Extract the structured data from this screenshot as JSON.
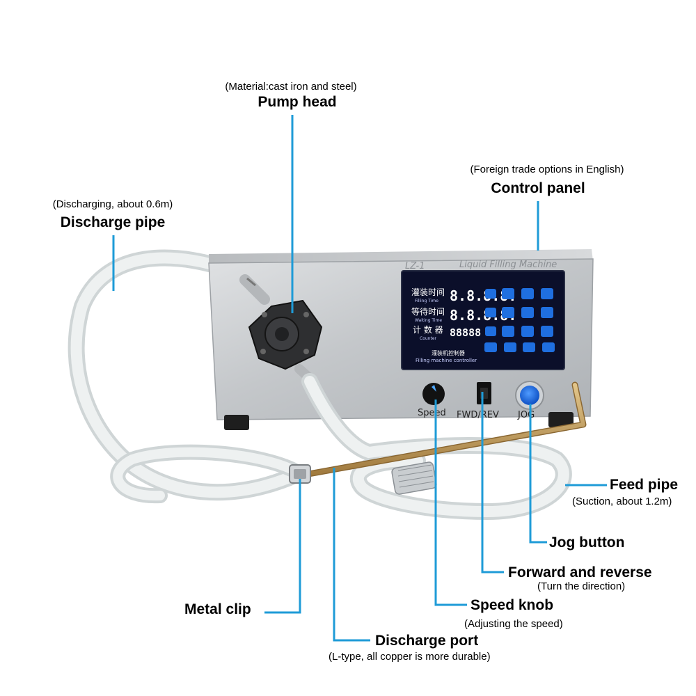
{
  "machine": {
    "model": "LZ-1",
    "title": "Liquid Filling Machine",
    "panel": {
      "filling_cn": "灌装时间",
      "filling_en": "Filling Time",
      "waiting_cn": "等待时间",
      "waiting_en": "Waiting Time",
      "counter_cn": "计 数 器",
      "counter_en": "Counter",
      "display_time": "8.8.8.8.",
      "display_counter": "88888",
      "footer_cn": "灌装机控制器",
      "footer_en": "Filling machine controller"
    },
    "knob_label": "Speed",
    "switch_label": "FWD/REV",
    "jog_label": "JOG"
  },
  "annotations": {
    "pump_head": {
      "title": "Pump head",
      "note": "(Material:cast iron and steel)"
    },
    "control_panel": {
      "title": "Control panel",
      "note": "(Foreign trade options in English)"
    },
    "discharge_pipe": {
      "title": "Discharge pipe",
      "note": "(Discharging, about 0.6m)"
    },
    "feed_pipe": {
      "title": "Feed pipe",
      "note": "(Suction, about 1.2m)"
    },
    "jog_button": {
      "title": "Jog button"
    },
    "forward_reverse": {
      "title": "Forward and reverse",
      "note": "(Turn the direction)"
    },
    "speed_knob": {
      "title": "Speed knob",
      "note": "(Adjusting the speed)"
    },
    "metal_clip": {
      "title": "Metal clip"
    },
    "discharge_port": {
      "title": "Discharge port",
      "note": "(L-type, all copper is more durable)"
    }
  },
  "colors": {
    "leader": "#1e9bd7",
    "housing": "#c9cbce",
    "panel": "#0b0f2a",
    "button": "#1f6fe0",
    "tube": "#e9ecec"
  }
}
